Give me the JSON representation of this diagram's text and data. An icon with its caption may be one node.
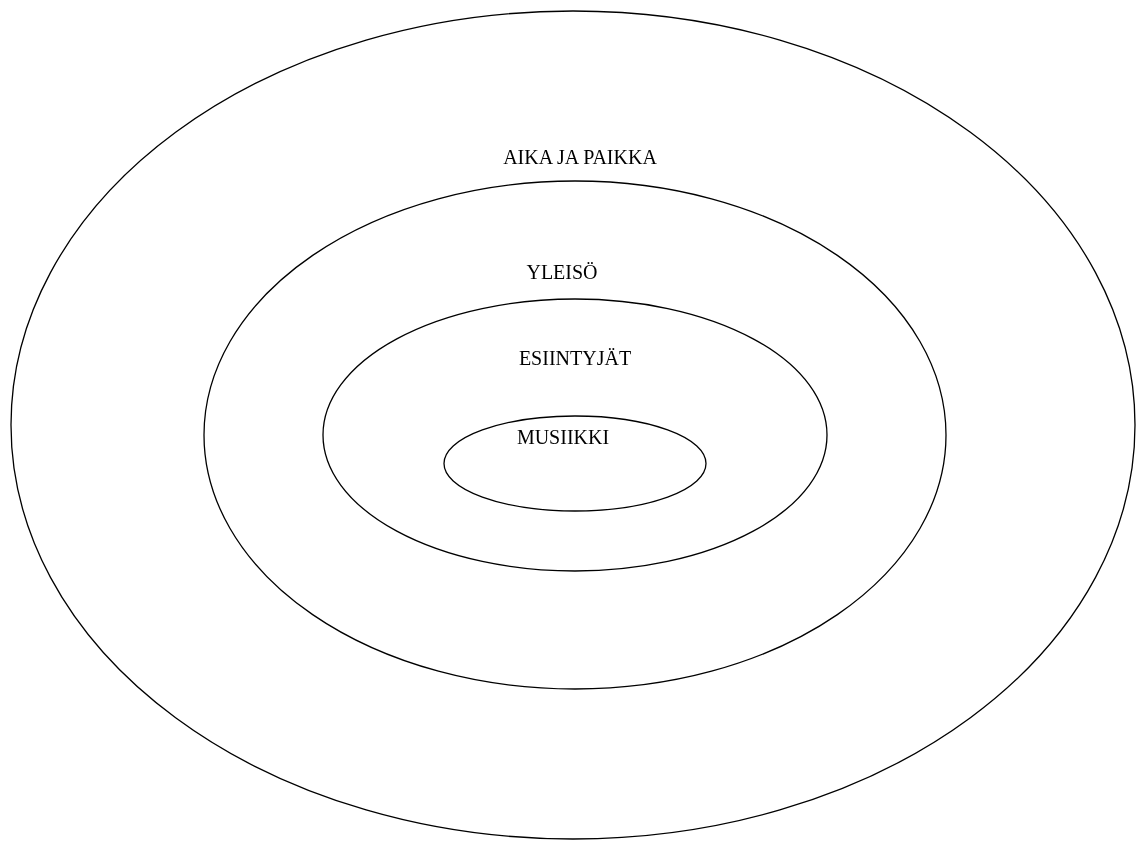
{
  "diagram": {
    "nodes": [
      {
        "text": [
          "AIKA JA PAIKKA"
        ]
      },
      {
        "text": [
          "YLEISÖ"
        ],
        "in": 0
      },
      {
        "text": [
          "ESIINTYJÄT"
        ],
        "in": 1
      },
      {
        "text": [
          "MUSIIKKI"
        ],
        "in": 2
      }
    ]
  }
}
